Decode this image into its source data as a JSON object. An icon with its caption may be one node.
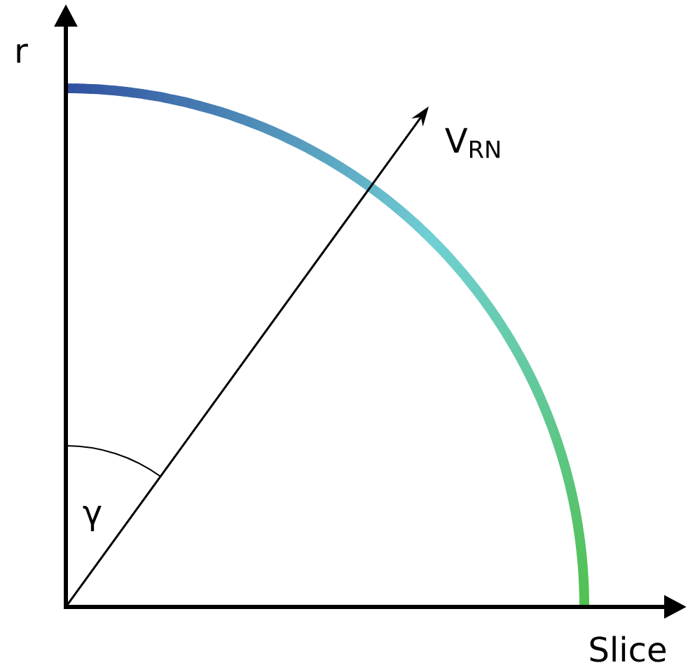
{
  "diagram": {
    "labels": [
      "r",
      "V$_{RN}$",
      "γ",
      "Slice"
    ]
  }
}
